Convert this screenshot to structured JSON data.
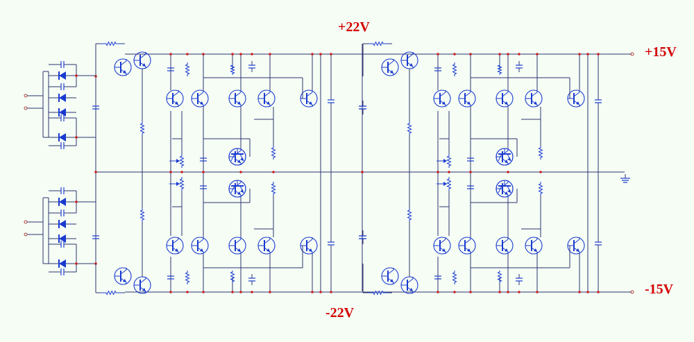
{
  "rails": {
    "plus_22": "+22V",
    "plus_15": "+15V",
    "minus_15": "-15V",
    "minus_22": "-22V"
  },
  "colors": {
    "background": "#f5fdf5",
    "wire": "#2c3270",
    "component": "#1a3ad0",
    "diode_fill": "#1a3ad0",
    "junction": "#cc2222",
    "rail_label": "#d40000"
  },
  "symbols": [
    "npn-transistor-icon",
    "pnp-transistor-icon",
    "diode-icon",
    "capacitor-icon",
    "resistor-icon",
    "potentiometer-icon",
    "ground-icon",
    "terminal-icon"
  ]
}
